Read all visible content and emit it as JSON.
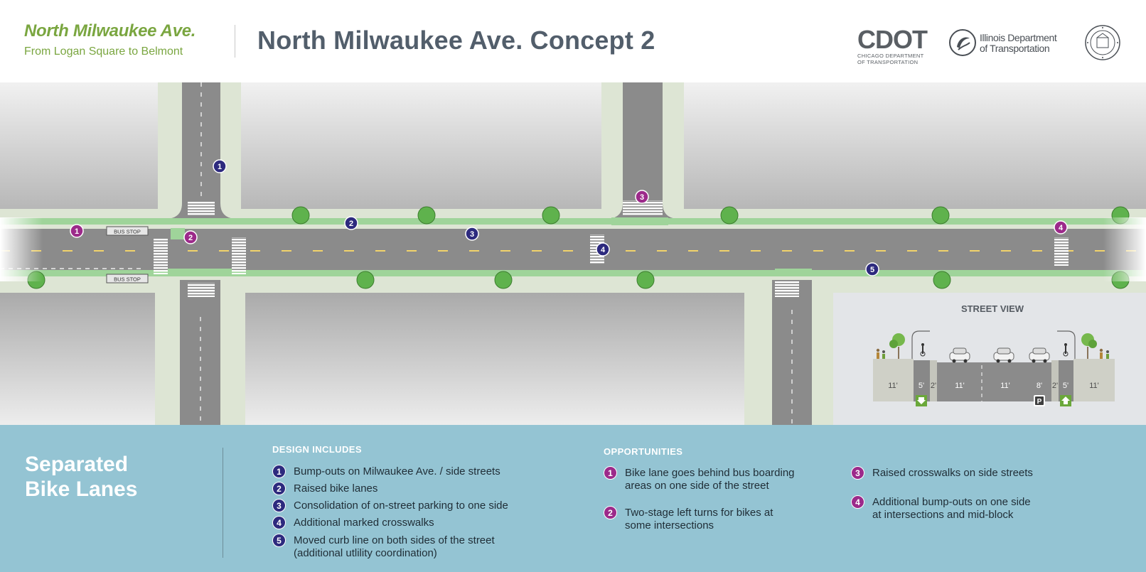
{
  "header": {
    "brand_title": "North Milwaukee Ave.",
    "brand_subtitle": "From Logan Square to Belmont",
    "page_title": "North Milwaukee Ave. Concept 2",
    "logos": {
      "cdot_word": "CDOT",
      "cdot_sub_1": "CHICAGO DEPARTMENT",
      "cdot_sub_2": "OF TRANSPORTATION",
      "idot_line_1": "Illinois Department",
      "idot_line_2": "of Transportation",
      "seal": "county-seal-icon"
    }
  },
  "plan": {
    "bus_stop_north": "BUS STOP",
    "bus_stop_south": "BUS STOP",
    "markers": [
      {
        "label": "1",
        "kind": "opportunity"
      },
      {
        "label": "1",
        "kind": "design"
      },
      {
        "label": "2",
        "kind": "opportunity"
      },
      {
        "label": "2",
        "kind": "design"
      },
      {
        "label": "3",
        "kind": "design"
      },
      {
        "label": "3",
        "kind": "opportunity"
      },
      {
        "label": "4",
        "kind": "design"
      },
      {
        "label": "4",
        "kind": "opportunity"
      },
      {
        "label": "5",
        "kind": "design"
      }
    ]
  },
  "street_view": {
    "title": "STREET VIEW",
    "lane_widths": [
      "11'",
      "5'",
      "2'",
      "11'",
      "11'",
      "8'",
      "2'",
      "5'",
      "11'"
    ],
    "parking_symbol": "P"
  },
  "bottom": {
    "section_title_1": "Separated",
    "section_title_2": "Bike Lanes",
    "design_heading": "DESIGN INCLUDES",
    "design_items": [
      {
        "num": "1",
        "text": "Bump-outs on Milwaukee Ave. / side streets"
      },
      {
        "num": "2",
        "text": "Raised bike lanes"
      },
      {
        "num": "3",
        "text": "Consolidation of on-street parking to one side"
      },
      {
        "num": "4",
        "text": "Additional marked crosswalks"
      },
      {
        "num": "5",
        "text_1": "Moved curb line on both sides of the street",
        "text_2": "(additional utlility coordination)"
      }
    ],
    "opportunities_heading": "OPPORTUNITIES",
    "opportunity_items": [
      {
        "num": "1",
        "text_1": "Bike lane goes behind bus boarding",
        "text_2": "areas on one side of the street"
      },
      {
        "num": "2",
        "text_1": "Two-stage left turns for bikes at",
        "text_2": "some intersections"
      },
      {
        "num": "3",
        "text": "Raised crosswalks on side streets"
      },
      {
        "num": "4",
        "text_1": "Additional bump-outs on one side",
        "text_2": "at intersections and mid-block"
      }
    ]
  },
  "colors": {
    "brand_green": "#7aa640",
    "title_gray": "#525e6b",
    "panel_blue": "#94c4d3",
    "design_marker": "#2d2a7e",
    "opportunity_marker": "#9c2a8a",
    "bike_lane_green": "#9fd49a",
    "road": "#8b8b8b",
    "sidewalk": "#dde5d4"
  }
}
